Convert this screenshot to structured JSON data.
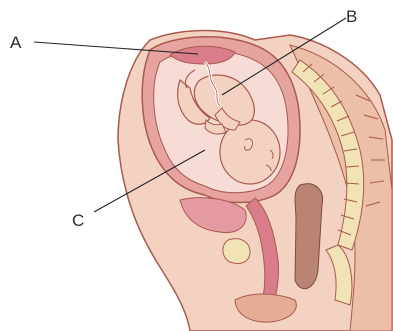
{
  "labels": {
    "a": "A",
    "b": "B",
    "c": "C"
  },
  "colors": {
    "skin": "#f4d2c1",
    "skin_dark": "#e4ad94",
    "outline": "#a85a4c",
    "uterus_wall": "#e7a39f",
    "uterus_inner": "#f1bdb8",
    "placenta": "#d97d8a",
    "fluid": "#f7dcd6",
    "spine": "#f1e3b5",
    "rectum": "#b98473",
    "bladder": "#e59aa2",
    "leader": "#222222"
  },
  "icons": {
    "figure": "pregnancy-sagittal-section-illustration"
  }
}
